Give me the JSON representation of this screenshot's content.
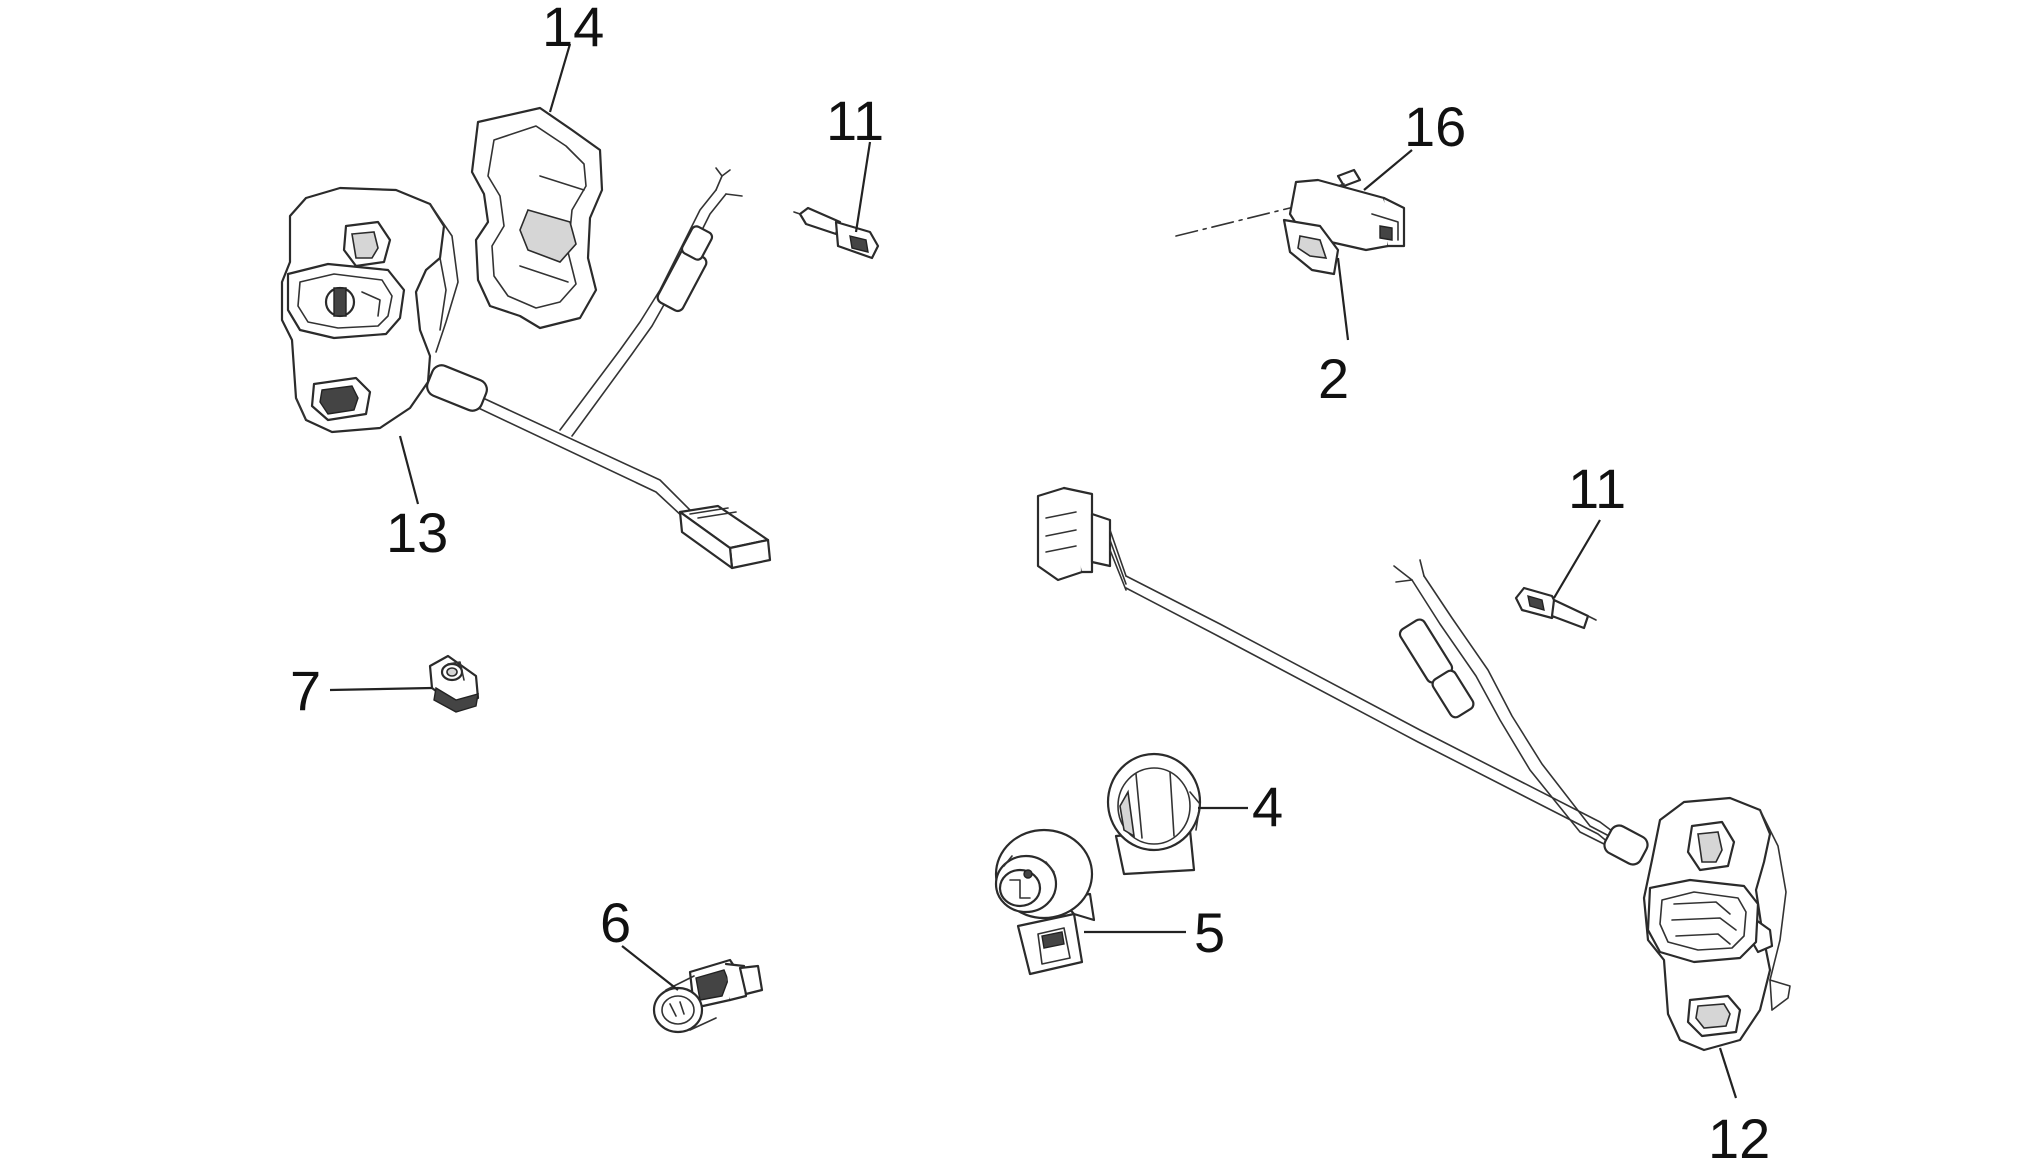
{
  "callouts": [
    {
      "id": "c14",
      "label": "14",
      "part": "cover"
    },
    {
      "id": "c11a",
      "label": "11",
      "part": "bulb"
    },
    {
      "id": "c16",
      "label": "16",
      "part": "screw"
    },
    {
      "id": "c2",
      "label": "2",
      "part": "switch"
    },
    {
      "id": "c13",
      "label": "13",
      "part": "left-handlebar-switch"
    },
    {
      "id": "c11b",
      "label": "11",
      "part": "bulb"
    },
    {
      "id": "c7",
      "label": "7",
      "part": "clip-nut"
    },
    {
      "id": "c4",
      "label": "4",
      "part": "ignition-switch-cover"
    },
    {
      "id": "c5",
      "label": "5",
      "part": "ignition-switch"
    },
    {
      "id": "c6",
      "label": "6",
      "part": "socket"
    },
    {
      "id": "c12",
      "label": "12",
      "part": "right-handlebar-switch"
    }
  ],
  "colors": {
    "line": "#2b2b2b",
    "fill": "#ffffff",
    "shade": "#d6d6d6",
    "text": "#111111"
  }
}
